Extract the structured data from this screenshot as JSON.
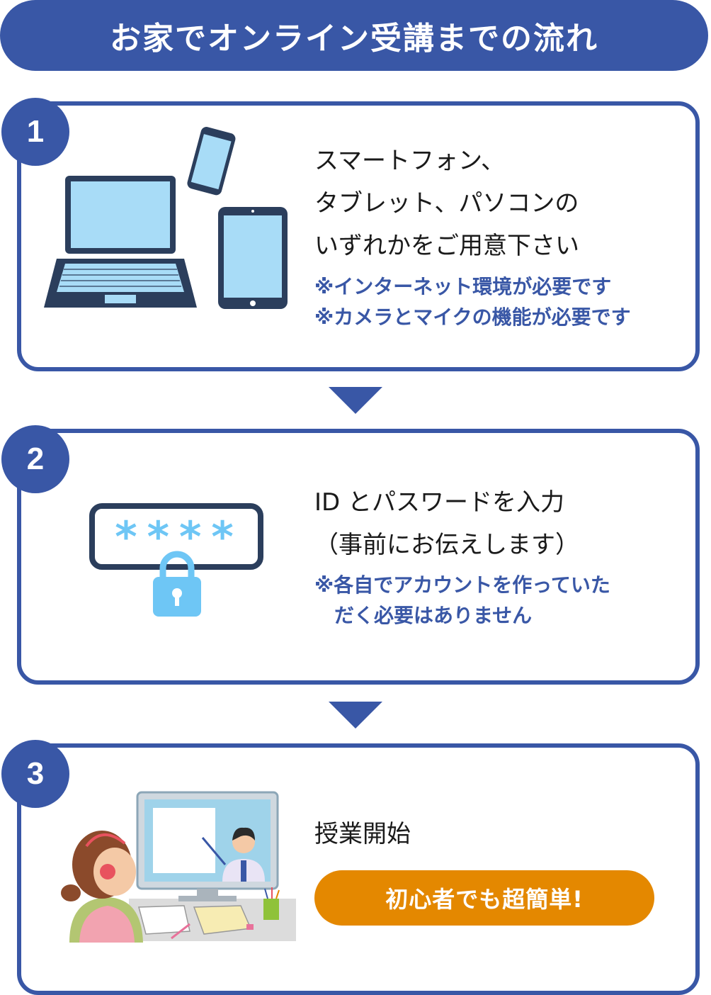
{
  "header": {
    "title": "お家でオンライン受講までの流れ"
  },
  "colors": {
    "primary": "#3957a6",
    "accent": "#e48800",
    "device_screen": "#a8dcf7",
    "lock": "#6ec6f5"
  },
  "steps": [
    {
      "number": "1",
      "lines": [
        "スマートフォン、",
        "タブレット、パソコンの",
        "いずれかをご用意下さい"
      ],
      "notes": [
        "※インターネット環境が必要です",
        "※カメラとマイクの機能が必要です"
      ],
      "icon": "devices-illustration"
    },
    {
      "number": "2",
      "lines": [
        "ID とパスワードを入力",
        "（事前にお伝えします）"
      ],
      "notes": [
        "※各自でアカウントを作っていた",
        "　だく必要はありません"
      ],
      "password_mask": "****",
      "icon": "password-lock-illustration"
    },
    {
      "number": "3",
      "lines": [
        "授業開始"
      ],
      "badge_label": "初心者でも超簡単!",
      "icon": "online-lesson-illustration"
    }
  ]
}
